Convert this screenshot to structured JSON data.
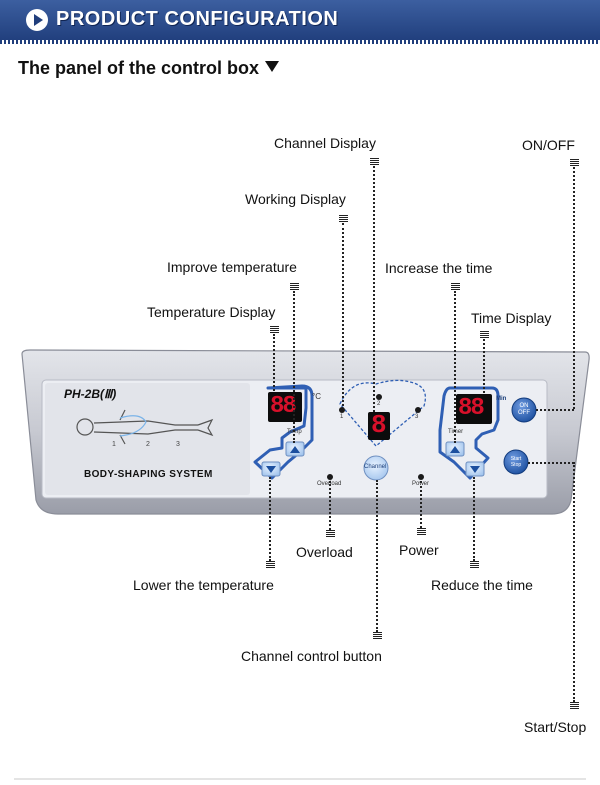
{
  "banner": {
    "title": "PRODUCT CONFIGURATION",
    "icon": "play-circle-icon"
  },
  "section": {
    "title": "The panel of the control box"
  },
  "panel": {
    "model": "PH-2B(Ⅲ)",
    "system_name": "BODY-SHAPING SYSTEM",
    "temp_unit": "°C",
    "temp_display": "88",
    "channel_display": "8",
    "time_display": "88",
    "temp_caption": "Temp",
    "timer_caption": "Timer",
    "min_caption": "Min",
    "channel_numbers": [
      "1",
      "2",
      "3"
    ],
    "body_zone_numbers": [
      "1",
      "2",
      "3"
    ],
    "channel_button": "Channel",
    "onoff_button_line1": "ON",
    "onoff_button_line2": "OFF",
    "startstop_button_line1": "Start",
    "startstop_button_line2": "Stop",
    "overload_caption": "Overload",
    "power_caption": "Power",
    "colors": {
      "panel": "#c9cbd4",
      "face": "#eceef3",
      "frame": "#2f5fb4",
      "button": "#2d63b8",
      "display": "#d8102a"
    }
  },
  "callouts": {
    "channel_display": "Channel Display",
    "on_off": "ON/OFF",
    "working_display": "Working Display",
    "improve_temperature": "Improve temperature",
    "increase_time": "Increase the time",
    "temperature_display": "Temperature Display",
    "time_display": "Time Display",
    "overload": "Overload",
    "power": "Power",
    "lower_temperature": "Lower the temperature",
    "reduce_time": "Reduce the time",
    "channel_button": "Channel control button",
    "start_stop": "Start/Stop"
  }
}
